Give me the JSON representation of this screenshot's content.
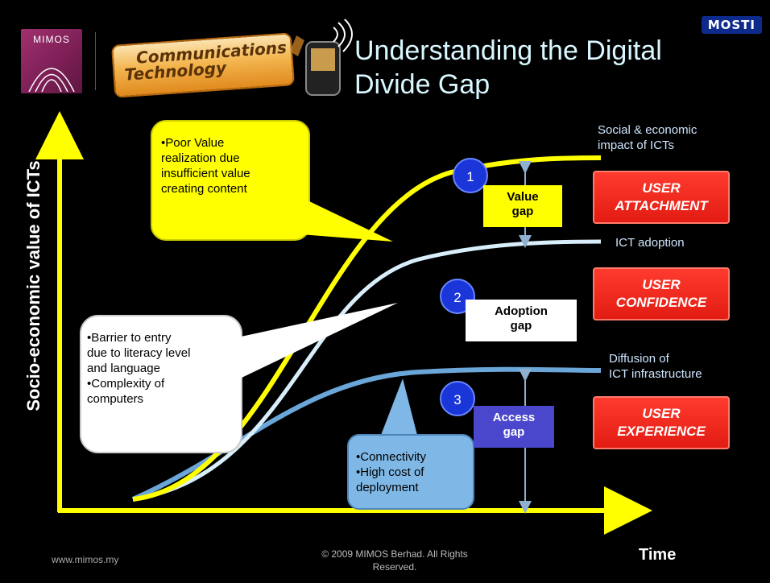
{
  "logos": {
    "mimos": "MIMOS",
    "comm_line1": "Communications",
    "comm_line2": "Technology",
    "mosti": "MOSTI"
  },
  "title_line1": "Understanding the Digital",
  "title_line2": "Divide Gap",
  "y_axis_label": "Socio-economic value of ICTs",
  "x_axis_label": "Time",
  "curve_labels": {
    "social_line1": "Social & economic",
    "social_line2": "impact of ICTs",
    "adoption": "ICT adoption",
    "diffusion_line1": "Diffusion of",
    "diffusion_line2": "ICT infrastructure"
  },
  "callouts": {
    "yellow": [
      "•Poor Value",
      "realization  due",
      "insufficient value",
      "creating content"
    ],
    "white": [
      "•Barrier to entry",
      "due to literacy level",
      "and language",
      "•Complexity of",
      "computers"
    ],
    "blue": [
      "•Connectivity",
      "•High cost of",
      "deployment"
    ]
  },
  "markers": [
    "1",
    "2",
    "3"
  ],
  "gaps": {
    "value": [
      "Value",
      "gap"
    ],
    "adoption": [
      "Adoption",
      "gap"
    ],
    "access": [
      "Access",
      "gap"
    ]
  },
  "user_boxes": [
    [
      "USER",
      "ATTACHMENT"
    ],
    [
      "USER",
      "CONFIDENCE"
    ],
    [
      "USER",
      "EXPERIENCE"
    ]
  ],
  "footer": {
    "url": "www.mimos.my",
    "copyright_line1": "© 2009 MIMOS Berhad. All Rights",
    "copyright_line2": "Reserved."
  },
  "colors": {
    "background": "#000000",
    "axis": "#ffff00",
    "curve_value": "#ffff00",
    "curve_adoption": "#d8eefa",
    "curve_access": "#6aa6d8",
    "user_box": "#ff2a1f",
    "marker": "#1a35d8"
  }
}
